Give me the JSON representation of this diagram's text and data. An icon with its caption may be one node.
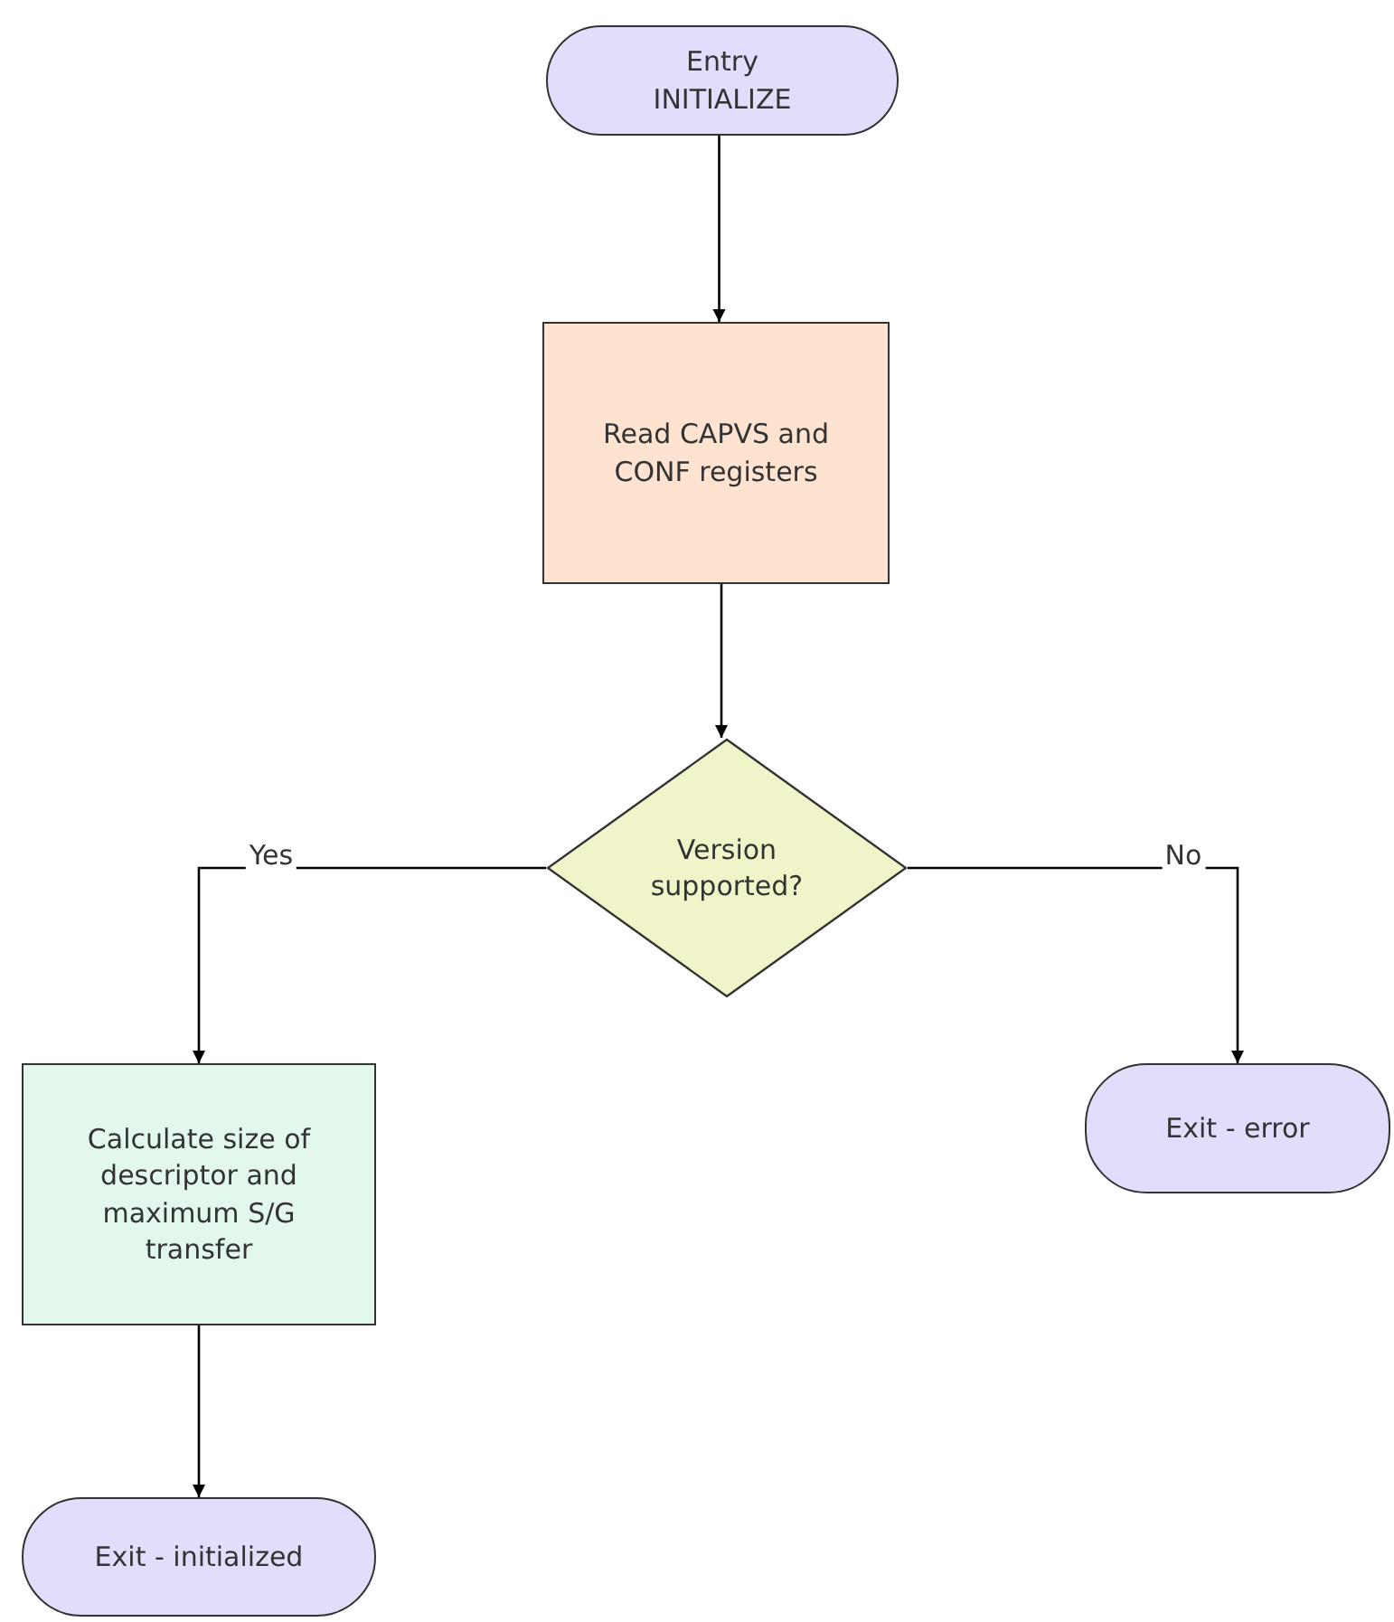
{
  "diagram": {
    "nodes": [
      {
        "text": [
          "Entry INITIALIZE"
        ]
      },
      {
        "text": [
          "Read CAPVS and CONF registers"
        ]
      },
      {
        "text": [
          "Version supported?"
        ]
      },
      {
        "text": [
          "Calculate size of descriptor and maximum S/G transfer"
        ]
      },
      {
        "text": [
          "Exit - error"
        ]
      },
      {
        "text": [
          "Exit - initialized"
        ]
      }
    ],
    "edges": [
      {
        "from": 0,
        "to": 1,
        "arrow": "to"
      },
      {
        "from": 1,
        "to": 2,
        "arrow": "to"
      },
      {
        "from": 2,
        "to": 3,
        "arrow": "to",
        "label": "Yes"
      },
      {
        "from": 2,
        "to": 4,
        "arrow": "to",
        "label": "No"
      },
      {
        "from": 3,
        "to": 5,
        "arrow": "to"
      }
    ]
  }
}
